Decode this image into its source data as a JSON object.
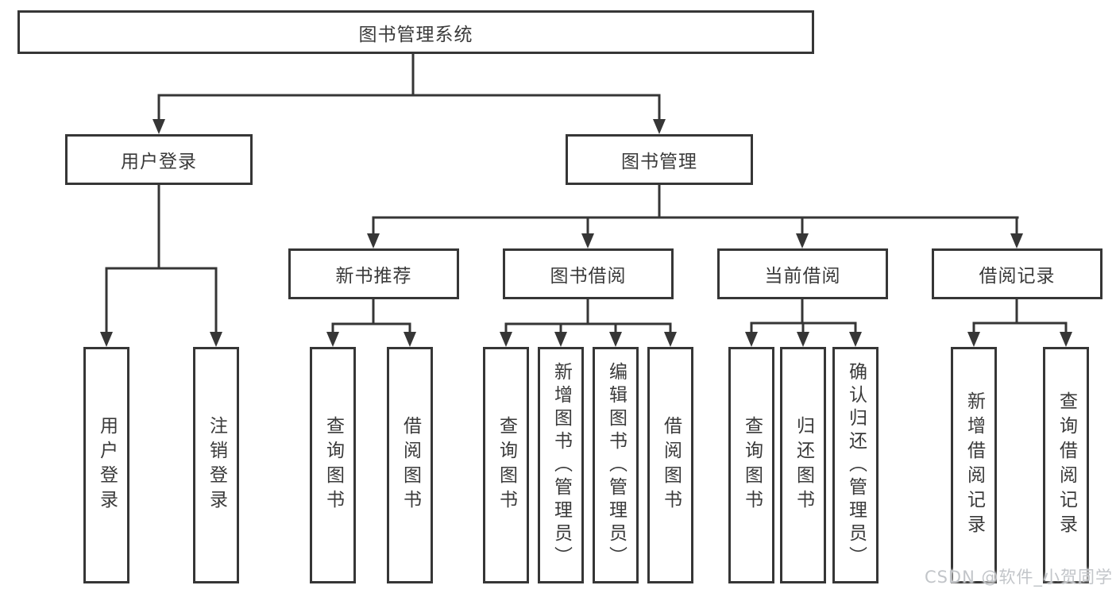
{
  "colors": {
    "line": "#363636",
    "box_border": "#363636",
    "box_fill": "#ffffff",
    "text": "#3a3a3a",
    "background": "#ffffff",
    "watermark": "#c2c5c9"
  },
  "tree": {
    "label": "图书管理系统",
    "children": [
      {
        "label": "用户登录",
        "children": [
          {
            "label": "用户登录"
          },
          {
            "label": "注销登录"
          }
        ]
      },
      {
        "label": "图书管理",
        "children": [
          {
            "label": "新书推荐",
            "children": [
              {
                "label": "查询图书"
              },
              {
                "label": "借阅图书"
              }
            ]
          },
          {
            "label": "图书借阅",
            "children": [
              {
                "label": "查询图书"
              },
              {
                "label": "新增图书（管理员）"
              },
              {
                "label": "编辑图书（管理员）"
              },
              {
                "label": "借阅图书"
              }
            ]
          },
          {
            "label": "当前借阅",
            "children": [
              {
                "label": "查询图书"
              },
              {
                "label": "归还图书"
              },
              {
                "label": "确认归还（管理员）"
              }
            ]
          },
          {
            "label": "借阅记录",
            "children": [
              {
                "label": "新增借阅记录"
              },
              {
                "label": "查询借阅记录"
              }
            ]
          }
        ]
      }
    ]
  },
  "watermark": {
    "text": "CSDN @软件_小贺同学"
  }
}
